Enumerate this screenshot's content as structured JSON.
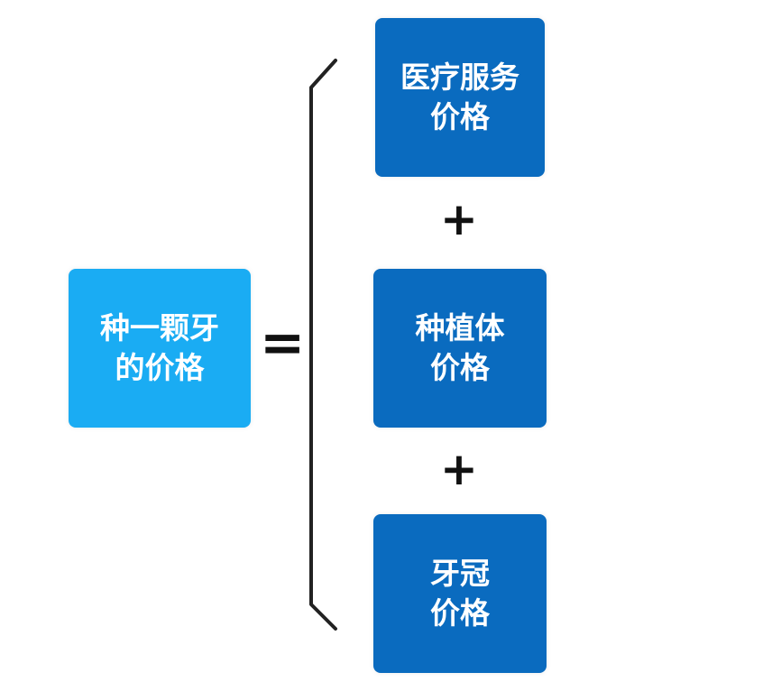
{
  "colors": {
    "left_box": "#1aacf3",
    "right_box": "#0a6bbf",
    "text": "#ffffff",
    "operators": "#111111"
  },
  "diagram": {
    "total_label": "种一颗牙\n的价格",
    "equals_sign": "=",
    "components": [
      {
        "label": "医疗服务\n价格"
      },
      {
        "label": "种植体\n价格"
      },
      {
        "label": "牙冠\n价格"
      }
    ],
    "plus_signs": [
      "+",
      "+"
    ]
  }
}
